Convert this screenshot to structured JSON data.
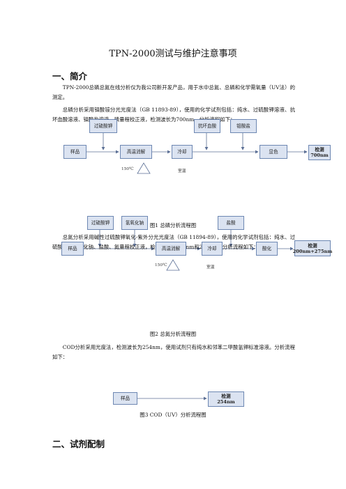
{
  "title": "TPN-2000测试与维护注意事项",
  "sections": [
    {
      "heading": "一、简介"
    },
    {
      "heading": "二、试剂配制"
    }
  ],
  "paragraphs": {
    "p1": "TPN-2000总磷总氮在线分析仪为我公司新开发产品，用于水中总氮、总磷和化学需氧量（UV法）的测定。",
    "p2": "总磷分析采用钼酸铵分光光度法（GB 11893-89），使用的化学试剂包括：纯水、过硫酸钾溶液、抗坏血酸溶液、钼酸盐溶液、磷量程校正液，检测波长为700nm。分析流程如下：",
    "p3": "总氮分析采用碱性过硫酸钾氧化-紫外分光光度法（GB 11894-89），使用的化学试剂包括：纯水、过硫酸钾、氢氧化钠、盐酸、氮量程校正液，检测波长为224nm和275nm。分析流程如下：",
    "p4": "COD分析采用光度法，检测波长为254nm，使用试剂只有纯水和邻苯二甲酸氢钾标准溶液。分析流程如下："
  },
  "figure1": {
    "caption": "图1  总磷分析流程图",
    "reagents": [
      "过硫酸钾",
      "抗坏血酸",
      "钼酸盐"
    ],
    "steps": [
      "样品",
      "高温消解",
      "冷却",
      "显色"
    ],
    "detect_line1": "检测",
    "detect_line2": "700nm",
    "temp_label": "150℃",
    "room_label": "室温"
  },
  "figure2": {
    "caption": "图2  总氮分析流程图",
    "reagents": [
      "过硫酸钾",
      "氢氧化钠",
      "盐酸"
    ],
    "steps": [
      "样品",
      "高温消解",
      "冷却",
      "酸化"
    ],
    "detect_line1": "检测",
    "detect_line2": "200nm+275nm",
    "temp_label": "150℃",
    "room_label": "室温"
  },
  "figure3": {
    "caption": "图3 COD（UV）分析流程图",
    "steps": [
      "样品"
    ],
    "detect_line1": "检测",
    "detect_line2": "254nm"
  }
}
